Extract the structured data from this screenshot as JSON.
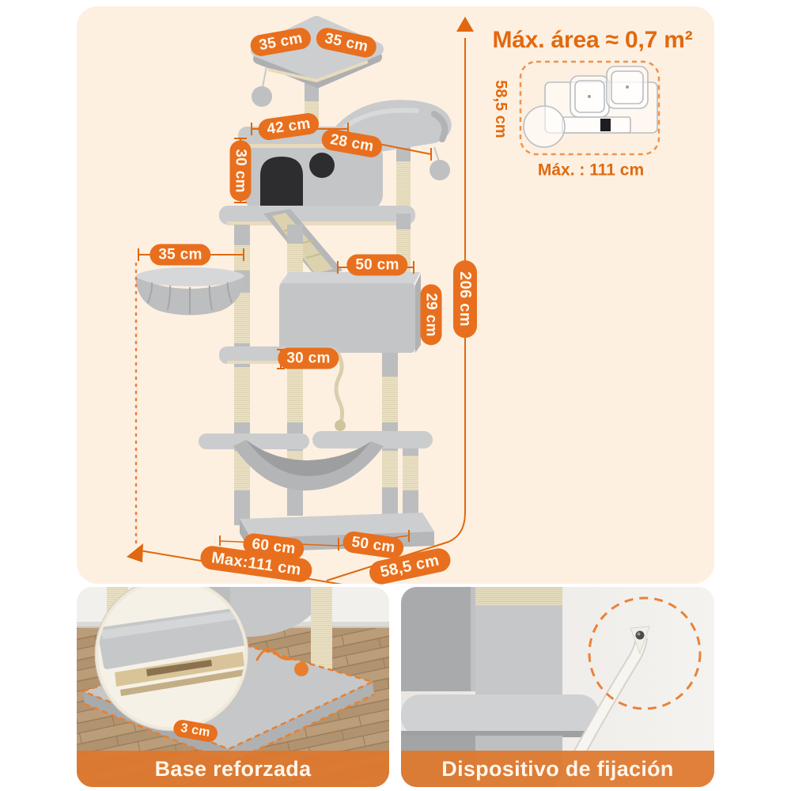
{
  "colors": {
    "page_bg": "#ffffff",
    "panel_bg": "#fdf0e1",
    "accent_orange": "#e2690f",
    "pill_bg": "#e86f1e",
    "pill_text": "#fff7ec",
    "banner_bg": "#de772d",
    "banner_text": "#fdf6ec",
    "plush_gray": "#c6c7c9",
    "sisal_beige": "#ece3c8"
  },
  "icons": {
    "height_arrow": "triangle-arrow-up",
    "width_arrow": "triangle-arrow-down-left",
    "magnifier_circle": "zoom-detail-circle",
    "highlight_circle": "dashed-highlight-circle"
  },
  "main": {
    "area": {
      "title": "Máx. área ≈ 0,7 m²",
      "depth": "58,5 cm",
      "width": "Máx. : 111 cm"
    },
    "dims": {
      "top_a": "35 cm",
      "top_b": "35 cm",
      "condo_w": "42 cm",
      "perch_d": "28 cm",
      "condo_h": "30 cm",
      "basket": "35 cm",
      "box_w": "50 cm",
      "box_h": "29 cm",
      "box_d": "30 cm",
      "height": "206 cm",
      "base_w": "60 cm",
      "base_d": "50 cm",
      "max_w": "Max:111 cm",
      "depth": "58,5 cm"
    }
  },
  "details": {
    "base": {
      "caption": "Base reforzada",
      "thickness": "3 cm"
    },
    "fixation": {
      "caption": "Dispositivo de fijación"
    }
  }
}
